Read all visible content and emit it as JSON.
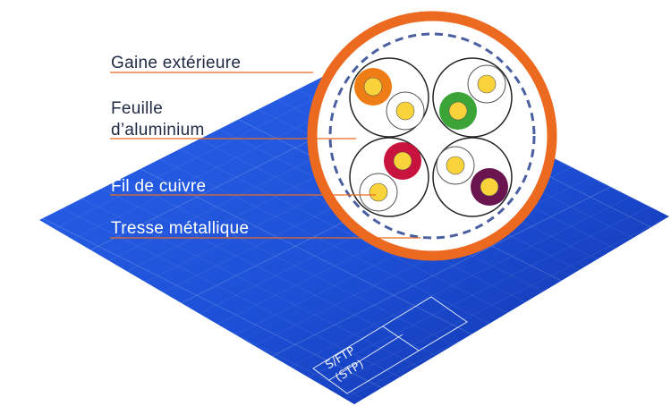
{
  "labels": {
    "outer_jacket": "Gaine extérieure",
    "foil_line1": "Feuille",
    "foil_line2": "d’aluminium",
    "copper_wire": "Fil de cuivre",
    "braid": "Tresse métallique"
  },
  "stamp": {
    "line1": "S/FTP",
    "line2": "(STP)"
  },
  "colors": {
    "blueprint": "#1c50d8",
    "blueprint_dark": "#0f2fa6",
    "jacket_ring": "#ec6a1f",
    "braid_dash": "#4a5fa0",
    "copper": "#f8d43a",
    "leader_line": "#ec6a1f",
    "label_text": "#1f2a44",
    "pair_colors": [
      "#ef7d16",
      "#3aa536",
      "#c8133e",
      "#6a1550"
    ]
  }
}
